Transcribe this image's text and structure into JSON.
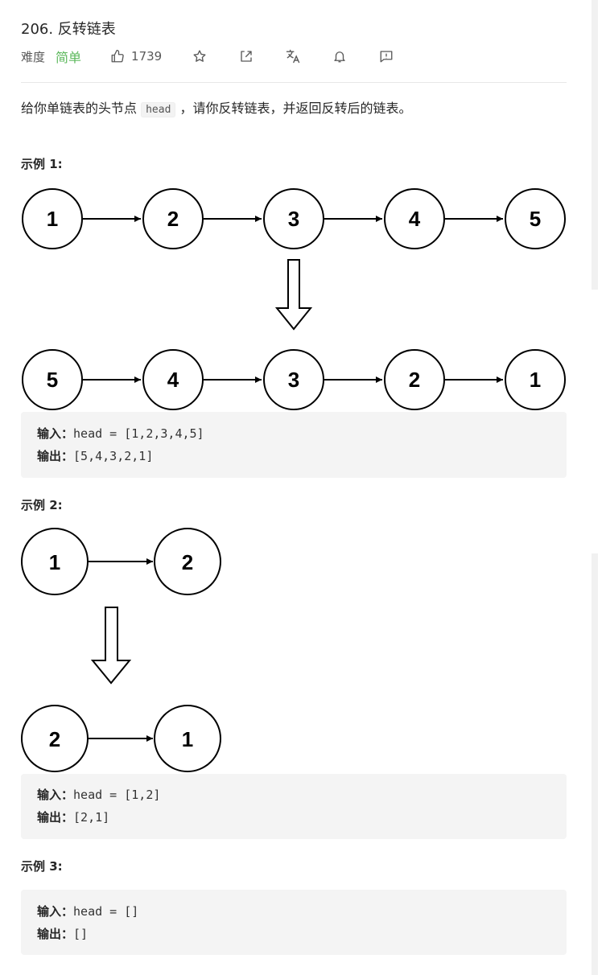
{
  "problem": {
    "title": "206. 反转链表",
    "difficulty_label": "难度",
    "difficulty": "简单",
    "likes": "1739",
    "difficulty_color": "#5cb85c"
  },
  "toolbar_icons": [
    "thumbs-up-icon",
    "star-icon",
    "share-icon",
    "translate-icon",
    "bell-icon",
    "feedback-icon"
  ],
  "description": {
    "before": "给你单链表的头节点",
    "code": "head",
    "after": "，请你反转链表，并返回反转后的链表。"
  },
  "examples": [
    {
      "title": "示例 1:",
      "input_label": "输入：",
      "input_value": "head = [1,2,3,4,5]",
      "output_label": "输出：",
      "output_value": "[5,4,3,2,1]",
      "diagram_top": [
        "1",
        "2",
        "3",
        "4",
        "5"
      ],
      "diagram_bottom": [
        "5",
        "4",
        "3",
        "2",
        "1"
      ]
    },
    {
      "title": "示例 2:",
      "input_label": "输入：",
      "input_value": "head = [1,2]",
      "output_label": "输出：",
      "output_value": "[2,1]",
      "diagram_top": [
        "1",
        "2"
      ],
      "diagram_bottom": [
        "2",
        "1"
      ]
    },
    {
      "title": "示例 3:",
      "input_label": "输入：",
      "input_value": "head = []",
      "output_label": "输出：",
      "output_value": "[]"
    }
  ]
}
